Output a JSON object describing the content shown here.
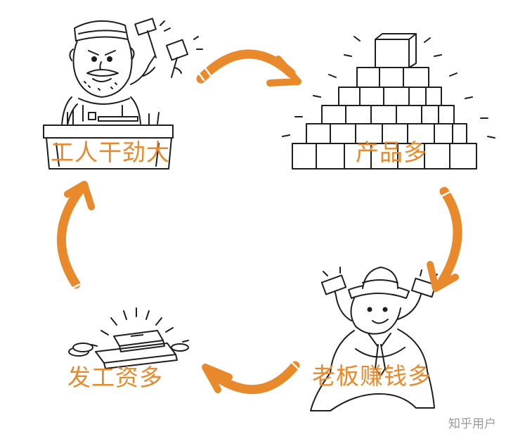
{
  "colors": {
    "accent": "#e8892b",
    "ink": "#1e1e1e",
    "watermark": "#9a9a9a"
  },
  "nodes": [
    {
      "id": "workers",
      "label": "工人干劲大",
      "icon": "worker-hammer-icon"
    },
    {
      "id": "products",
      "label": "产品多",
      "icon": "product-pile-icon"
    },
    {
      "id": "boss",
      "label": "老板赚钱多",
      "icon": "rich-boss-icon"
    },
    {
      "id": "wages",
      "label": "发工资多",
      "icon": "money-stack-icon"
    }
  ],
  "watermark": "知乎用户"
}
